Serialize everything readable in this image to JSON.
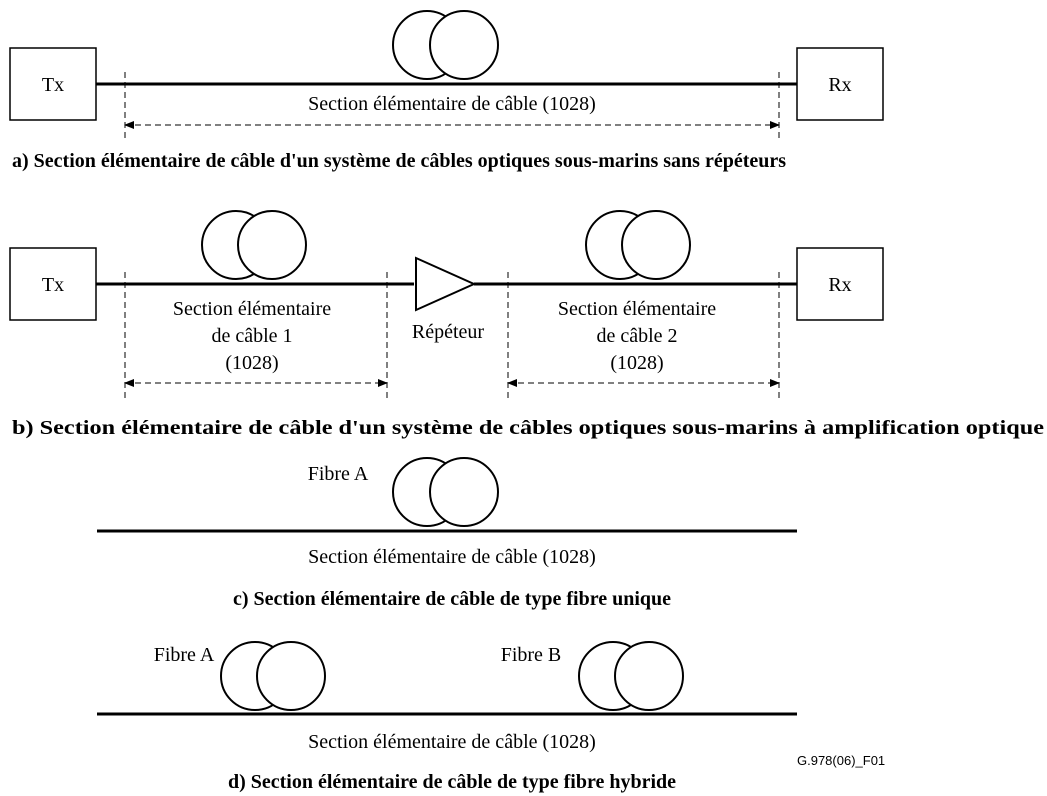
{
  "panel_a": {
    "tx": "Tx",
    "rx": "Rx",
    "section": "Section élémentaire de câble (1028)",
    "caption": "a) Section élémentaire de câble d'un système de câbles optiques sous-marins sans répéteurs"
  },
  "panel_b": {
    "tx": "Tx",
    "rx": "Rx",
    "section1": [
      "Section élémentaire",
      "de câble 1",
      "(1028)"
    ],
    "section2": [
      "Section élémentaire",
      "de câble 2",
      "(1028)"
    ],
    "repeater": "Répéteur",
    "caption": "b) Section élémentaire de câble d'un système de câbles optiques sous-marins à amplification optique"
  },
  "panel_c": {
    "fibre_a": "Fibre A",
    "section": "Section élémentaire de câble (1028)",
    "caption": "c) Section élémentaire de câble de type fibre unique"
  },
  "panel_d": {
    "fibre_a": "Fibre A",
    "fibre_b": "Fibre B",
    "section": "Section élémentaire de câble (1028)",
    "caption": "d) Section élémentaire de câble de type fibre hybride"
  },
  "figure_ref": "G.978(06)_F01"
}
